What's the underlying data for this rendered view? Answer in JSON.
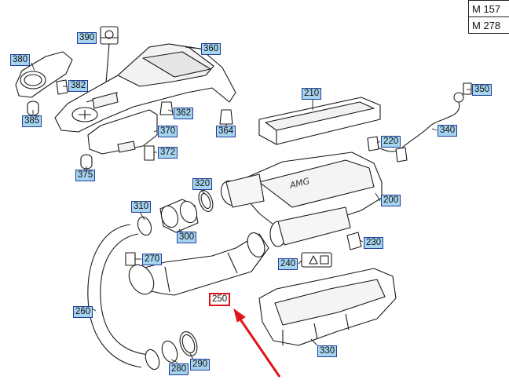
{
  "model_table": [
    "M 157",
    "M 278"
  ],
  "callouts": [
    {
      "id": "390",
      "text": "390"
    },
    {
      "id": "360",
      "text": "360"
    },
    {
      "id": "380",
      "text": "380"
    },
    {
      "id": "382",
      "text": "382"
    },
    {
      "id": "385",
      "text": "385"
    },
    {
      "id": "362",
      "text": "362"
    },
    {
      "id": "370",
      "text": "370"
    },
    {
      "id": "364",
      "text": "364"
    },
    {
      "id": "372",
      "text": "372"
    },
    {
      "id": "375",
      "text": "375"
    },
    {
      "id": "210",
      "text": "210"
    },
    {
      "id": "350",
      "text": "350"
    },
    {
      "id": "340",
      "text": "340"
    },
    {
      "id": "220",
      "text": "220"
    },
    {
      "id": "320",
      "text": "320"
    },
    {
      "id": "200",
      "text": "200"
    },
    {
      "id": "310",
      "text": "310"
    },
    {
      "id": "300",
      "text": "300"
    },
    {
      "id": "230",
      "text": "230"
    },
    {
      "id": "270",
      "text": "270"
    },
    {
      "id": "240",
      "text": "240"
    },
    {
      "id": "250",
      "text": "250",
      "highlighted": true
    },
    {
      "id": "260",
      "text": "260"
    },
    {
      "id": "330",
      "text": "330"
    },
    {
      "id": "280",
      "text": "280"
    },
    {
      "id": "290",
      "text": "290"
    }
  ],
  "colors": {
    "callout_fill": "#a6d4ef",
    "callout_border": "#1f3f99",
    "highlight": "#e0141b"
  }
}
